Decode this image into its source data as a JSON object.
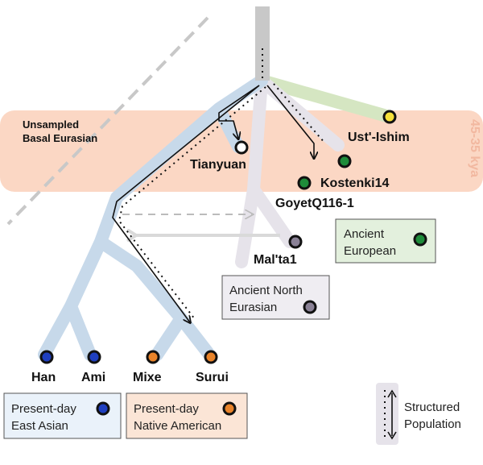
{
  "colors": {
    "band": "#fbd7c4",
    "east_asian_branch": "#c7d9ea",
    "north_eurasian_branch": "#e6e3ea",
    "ust_ishim_branch": "#d5e6c2",
    "trunk": "#c8c8c8",
    "east_asian_node": "#1f3fbf",
    "native_american_node": "#e8832a",
    "european_node": "#1e8c3a",
    "ust_ishim_node": "#f5e03a",
    "north_eurasian_node": "#8a8196",
    "tianyuan_node": "#ffffff"
  },
  "band": {
    "label_line1": "Unsampled",
    "label_line2": "Basal Eurasian",
    "era": "45-35 kya"
  },
  "nodes": {
    "ust_ishim": "Ust'-Ishim",
    "tianyuan": "Tianyuan",
    "kostenki": "Kostenki14",
    "goyet": "GoyetQ116-1",
    "malta": "Mal'ta1",
    "han": "Han",
    "ami": "Ami",
    "mixe": "Mixe",
    "surui": "Surui"
  },
  "legend": {
    "ancient_european": [
      "Ancient",
      "European"
    ],
    "ancient_north_eurasian": [
      "Ancient North",
      "Eurasian"
    ],
    "present_east_asian": [
      "Present-day",
      "East Asian"
    ],
    "present_native_american": [
      "Present-day",
      "Native American"
    ],
    "structured": [
      "Structured",
      "Population"
    ]
  }
}
